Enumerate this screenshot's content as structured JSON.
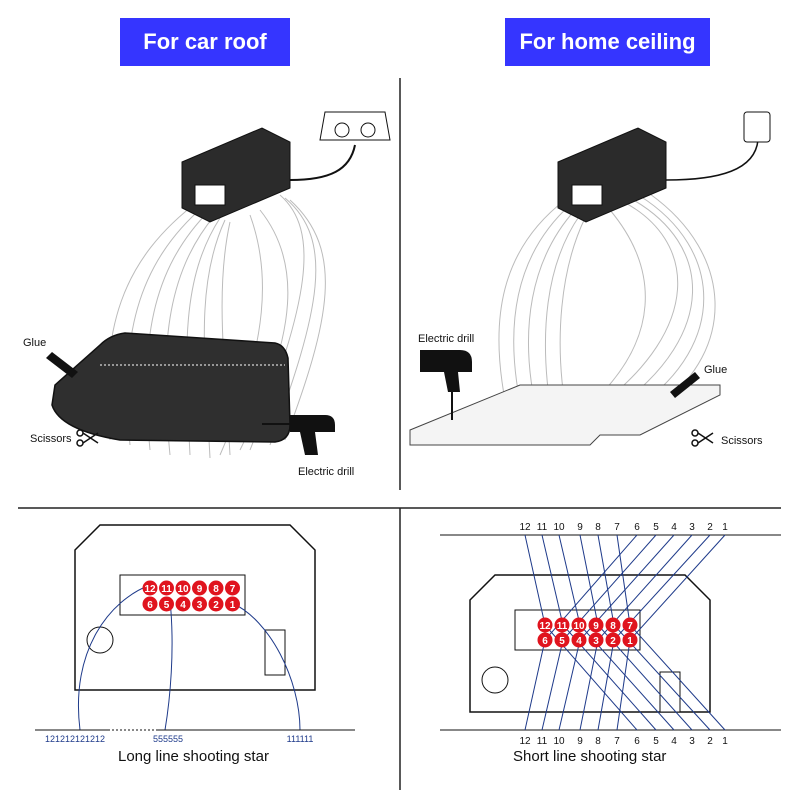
{
  "panels": {
    "car": {
      "title": "For car roof",
      "labels": {
        "glue": "Glue",
        "scissors": "Scissors",
        "drill": "Electric drill"
      }
    },
    "home": {
      "title": "For home ceiling",
      "labels": {
        "drill": "Electric drill",
        "glue": "Glue",
        "scissors": "Scissors"
      }
    },
    "long_line": {
      "caption": "Long line shooting star",
      "button_top": [
        "12",
        "11",
        "10",
        "9",
        "8",
        "7"
      ],
      "button_bottom": [
        "6",
        "5",
        "4",
        "3",
        "2",
        "1"
      ],
      "groups": [
        "121212121212",
        "555555",
        "111111"
      ]
    },
    "short_line": {
      "caption": "Short line shooting star",
      "top_numbers": [
        "12",
        "11",
        "10",
        "9",
        "8",
        "7",
        "6",
        "5",
        "4",
        "3",
        "2",
        "1"
      ],
      "bottom_numbers": [
        "12",
        "11",
        "10",
        "9",
        "8",
        "7",
        "6",
        "5",
        "4",
        "3",
        "2",
        "1"
      ],
      "button_top": [
        "12",
        "11",
        "10",
        "9",
        "8",
        "7"
      ],
      "button_bottom": [
        "6",
        "5",
        "4",
        "3",
        "2",
        "1"
      ]
    }
  },
  "colors": {
    "badge": "#3535ff",
    "button": "#e0141e",
    "fiber": "#1e3a8a"
  }
}
